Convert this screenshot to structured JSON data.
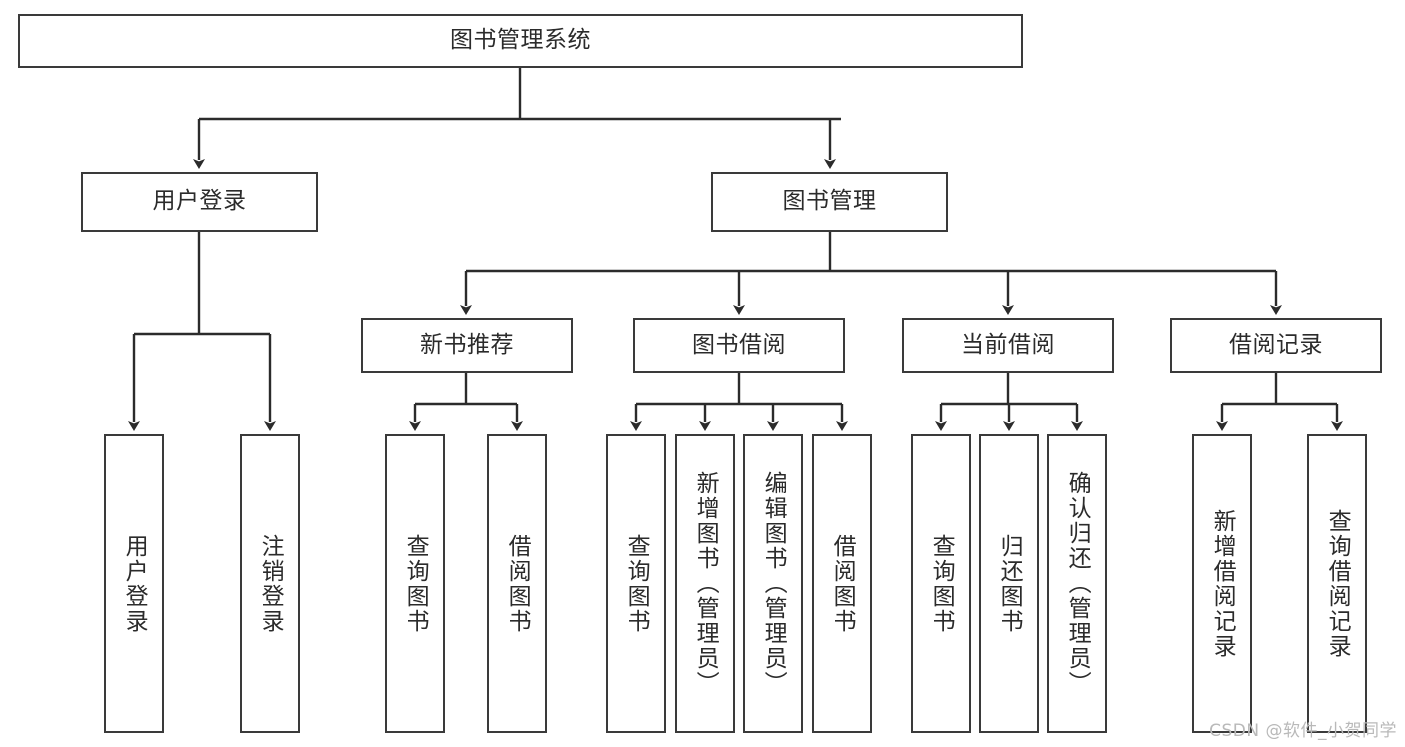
{
  "diagram": {
    "title": "图书管理系统",
    "type": "tree",
    "colors": {
      "box_border": "#3a3a3a",
      "box_fill": "#ffffff",
      "edge": "#2b2b2b",
      "text": "#2b2b2b",
      "watermark": "#b9b9b9",
      "background": "#ffffff"
    },
    "nodes": {
      "root": {
        "label": "图书管理系统"
      },
      "level2": [
        {
          "label": "用户登录"
        },
        {
          "label": "图书管理"
        }
      ],
      "level3": [
        {
          "label": "新书推荐"
        },
        {
          "label": "图书借阅"
        },
        {
          "label": "当前借阅"
        },
        {
          "label": "借阅记录"
        }
      ],
      "leaves": {
        "user_login": [
          {
            "label": "用户登录"
          },
          {
            "label": "注销登录"
          }
        ],
        "new_book": [
          {
            "label": "查询图书"
          },
          {
            "label": "借阅图书"
          }
        ],
        "book_borrow": [
          {
            "label": "查询图书"
          },
          {
            "label": "新增图书（管理员）"
          },
          {
            "label": "编辑图书（管理员）"
          },
          {
            "label": "借阅图书"
          }
        ],
        "current_borrow": [
          {
            "label": "查询图书"
          },
          {
            "label": "归还图书"
          },
          {
            "label": "确认归还（管理员）"
          }
        ],
        "borrow_record": [
          {
            "label": "新增借阅记录"
          },
          {
            "label": "查询借阅记录"
          }
        ]
      }
    }
  },
  "watermark": {
    "text": "CSDN @软件_小贺同学"
  }
}
